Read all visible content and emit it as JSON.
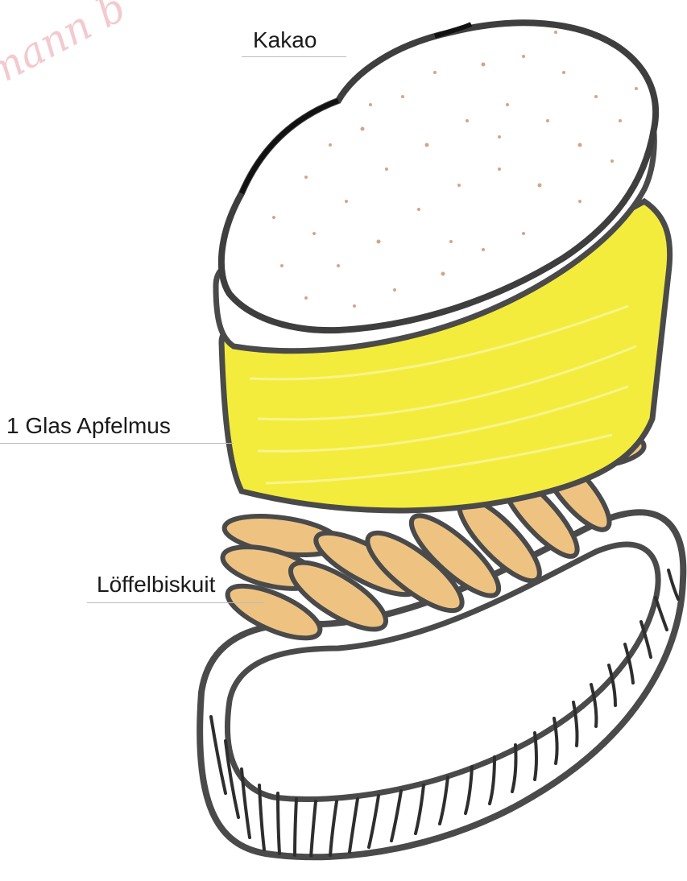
{
  "labels": {
    "top": "Kakao",
    "middle": "1 Glas Apfelmus",
    "bottom": "Löffelbiskuit"
  },
  "watermark": "mann b",
  "colors": {
    "outline": "#555555",
    "cocoa_dots": "#d4a48a",
    "applesauce": "#f2ea3a",
    "ladyfinger": "#eec382",
    "plate": "#ffffff",
    "watermark": "#e8a0a8"
  }
}
